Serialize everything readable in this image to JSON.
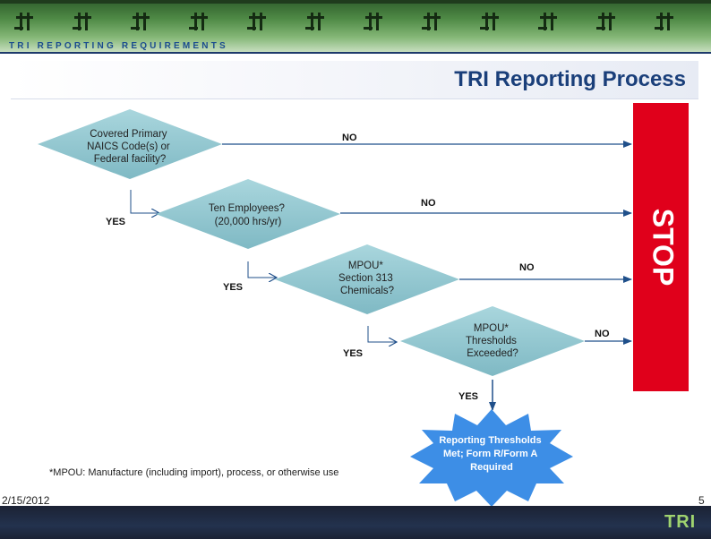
{
  "header": {
    "banner_text": "TRI REPORTING REQUIREMENTS"
  },
  "title": "TRI Reporting Process",
  "decisions": [
    {
      "lines": [
        "Covered Primary",
        "NAICS Code(s) or",
        "Federal facility?"
      ],
      "no": "NO",
      "yes": "YES"
    },
    {
      "lines": [
        "Ten Employees?",
        "(20,000 hrs/yr)"
      ],
      "no": "NO",
      "yes": "YES"
    },
    {
      "lines": [
        "MPOU*",
        "Section 313",
        "Chemicals?"
      ],
      "no": "NO",
      "yes": "YES"
    },
    {
      "lines": [
        "MPOU*",
        "Thresholds",
        "Exceeded?"
      ],
      "no": "NO",
      "yes": "YES"
    }
  ],
  "stop_label": "STOP",
  "result_lines": [
    "Reporting Thresholds",
    "Met; Form R/Form A",
    "Required"
  ],
  "footnote": "*MPOU:  Manufacture (including import), process, or otherwise use",
  "date": "2/15/2012",
  "page_number": "5",
  "logo_text": "TRI",
  "colors": {
    "diamond": "#8cc4ce",
    "stop": "#e0001b",
    "burst": "#3d8ee6",
    "arrow": "#1f4f8a",
    "title": "#1a3f7a"
  }
}
